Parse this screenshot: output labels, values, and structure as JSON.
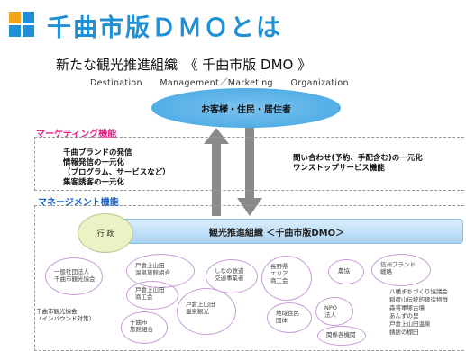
{
  "header": {
    "title": "千曲市版ＤＭＯとは",
    "logo_colors": [
      "#f2a21b",
      "#1f8fd6",
      "#1f8fd6",
      "#1f8fd6"
    ]
  },
  "subtitle": "新たな観光推進組織　《 千曲市版 DMO 》",
  "subtitle_en": "Destination　　Management／Marketing　　Organization",
  "customers": "お客様・住民・居住者",
  "marketing": {
    "label": "マーケティング機能",
    "items": [
      "千曲ブランドの発信",
      "情報発信の一元化",
      "（プログラム、サービスなど）",
      "集客誘客の一元化"
    ],
    "right_items": [
      "問い合わせ(予約、手配含む)の一元化",
      "ワンストップサービス機能"
    ]
  },
  "management": {
    "label": "マネージメント機能",
    "gyosei": "行 政",
    "dmo_bar": "観光推進組織 ＜千曲市版DMO＞"
  },
  "stakeholders": [
    {
      "lines": [
        "一般社団法人",
        "千曲市観光協会"
      ]
    },
    {
      "lines": [
        "戸倉上山田",
        "温泉旅館組合"
      ]
    },
    {
      "lines": [
        "戸倉上山田",
        "商工会"
      ]
    },
    {
      "lines": [
        "しなの鉄道",
        "交通事業者"
      ]
    },
    {
      "lines": [
        "長野県",
        "エリア",
        "商工会"
      ]
    },
    {
      "lines": [
        "農協"
      ]
    },
    {
      "lines": [
        "信州ブランド",
        "戦略"
      ]
    },
    {
      "lines": [
        "戸倉上山田",
        "温泉観光"
      ]
    },
    {
      "lines": [
        "地域住民",
        "団体"
      ]
    },
    {
      "lines": [
        "千曲市",
        "旅館組合"
      ]
    },
    {
      "lines": [
        "NPO",
        "法人"
      ]
    },
    {
      "lines": [
        "関係各機関"
      ]
    }
  ],
  "right_list": [
    "八幡まちづくり協議会",
    "稲荷山伝統的建造物群",
    "森将軍塚古墳",
    "あんずの里",
    "戸倉上山田温泉",
    "姨捨の棚田"
  ],
  "left_note": [
    "千曲市観光協会",
    "〈インバウンド対策〉"
  ]
}
